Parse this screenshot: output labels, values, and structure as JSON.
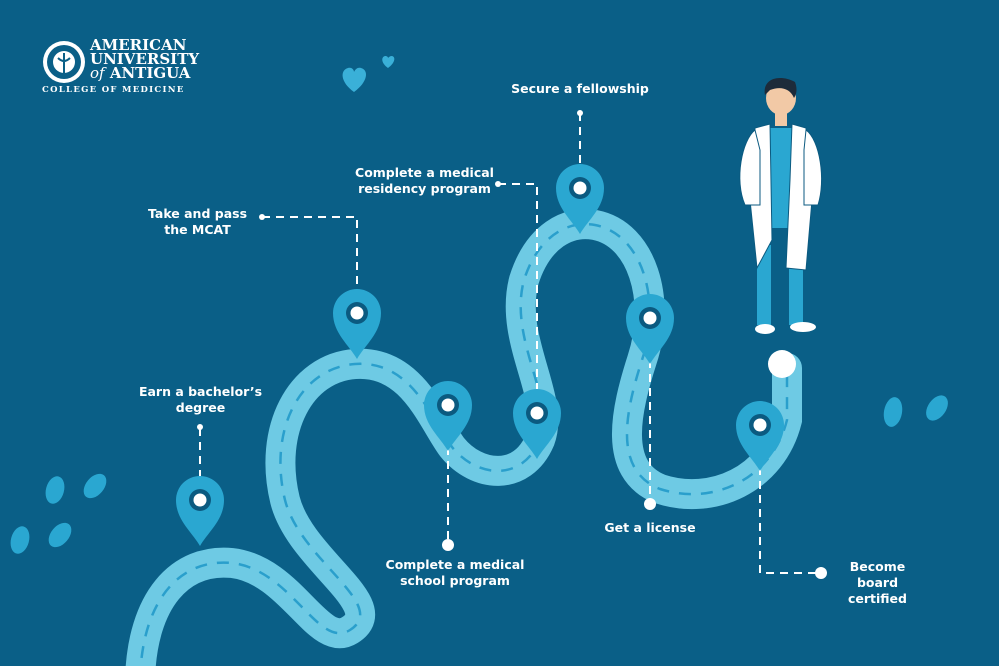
{
  "logo": {
    "line1": "AMERICAN",
    "line2": "UNIVERSITY",
    "line3_of": "of",
    "line3": "ANTIGUA",
    "line4": "COLLEGE OF MEDICINE"
  },
  "steps": [
    {
      "label": "Earn a bachelor’s\ndegree"
    },
    {
      "label": "Take and pass\nthe MCAT"
    },
    {
      "label": "Complete a medical\nschool program"
    },
    {
      "label": "Complete a medical\nresidency program"
    },
    {
      "label": "Secure a fellowship"
    },
    {
      "label": "Get a license"
    },
    {
      "label": "Become board\ncertified"
    }
  ],
  "colors": {
    "background": "#0a5f87",
    "road": "#6ecae4",
    "pin": "#2aa7d1",
    "dash": "#2a9fcc"
  }
}
